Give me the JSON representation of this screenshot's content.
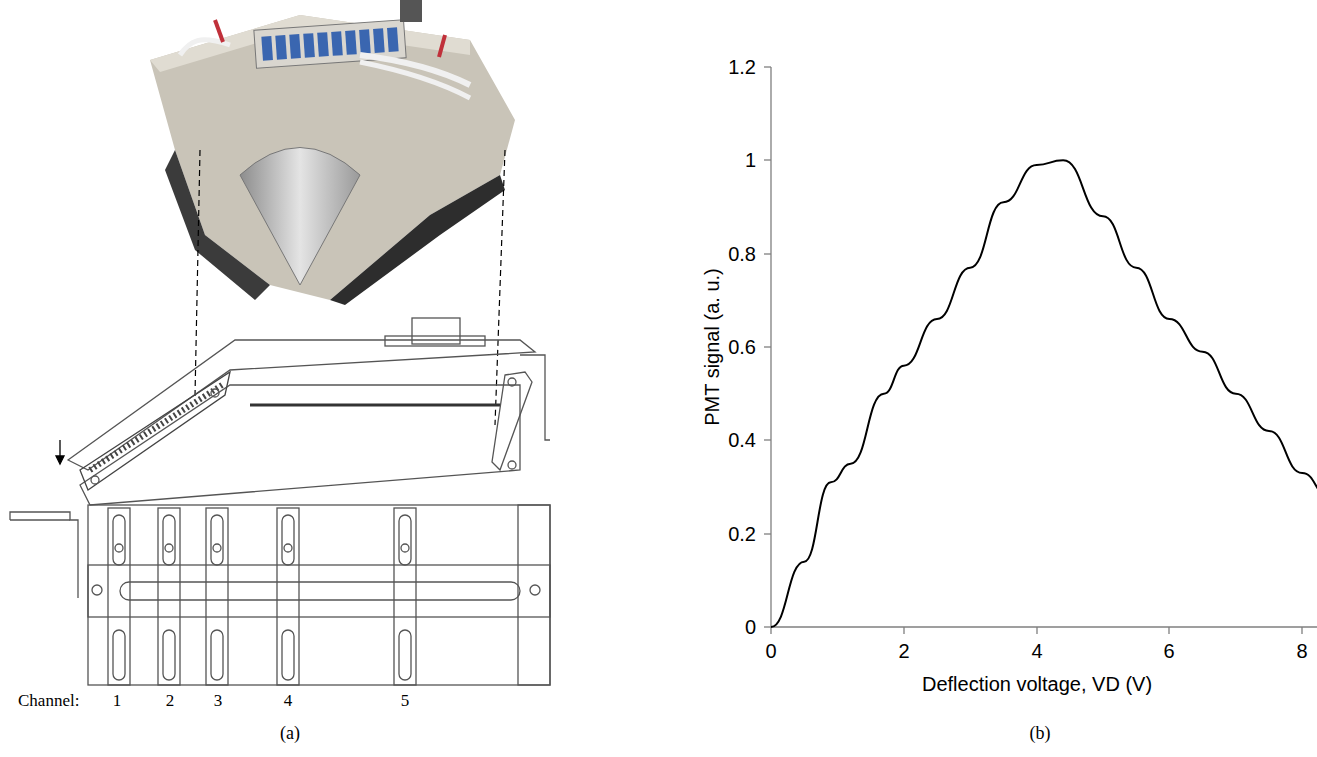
{
  "diagram": {
    "labels": [
      "Channel:",
      "1",
      "2",
      "3",
      "4",
      "5",
      "(a)",
      "1.2",
      "1",
      "0.8",
      "0.6",
      "0.4",
      "0.2",
      "0",
      "PMT signal (a. u.)",
      "0",
      "2",
      "4",
      "6",
      "8",
      "Deflection voltage, VD (V)",
      "(b)"
    ]
  }
}
